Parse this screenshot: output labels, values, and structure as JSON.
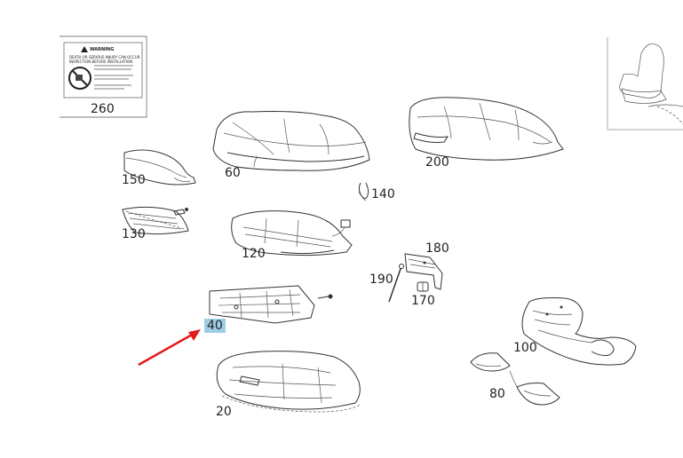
{
  "warning_label": {
    "title": "WARNING",
    "text_lines": [
      "DEATH OR SERIOUS INJURY CAN OCCUR",
      "INSPECTION BEFORE INSTALLATION"
    ]
  },
  "callouts": [
    {
      "id": "260",
      "label": "260"
    },
    {
      "id": "150",
      "label": "150"
    },
    {
      "id": "60",
      "label": "60"
    },
    {
      "id": "200",
      "label": "200"
    },
    {
      "id": "140",
      "label": "140"
    },
    {
      "id": "130",
      "label": "130"
    },
    {
      "id": "120",
      "label": "120"
    },
    {
      "id": "180",
      "label": "180"
    },
    {
      "id": "190",
      "label": "190"
    },
    {
      "id": "170",
      "label": "170"
    },
    {
      "id": "40",
      "label": "40"
    },
    {
      "id": "100",
      "label": "100"
    },
    {
      "id": "80",
      "label": "80"
    },
    {
      "id": "20",
      "label": "20"
    }
  ],
  "colors": {
    "highlight": "#9fcde6",
    "arrow": "#e21b1b",
    "line": "#333333"
  },
  "icons": [
    "warning-triangle-icon",
    "no-airbag-child-seat-icon",
    "seat-thumbnail-icon"
  ]
}
